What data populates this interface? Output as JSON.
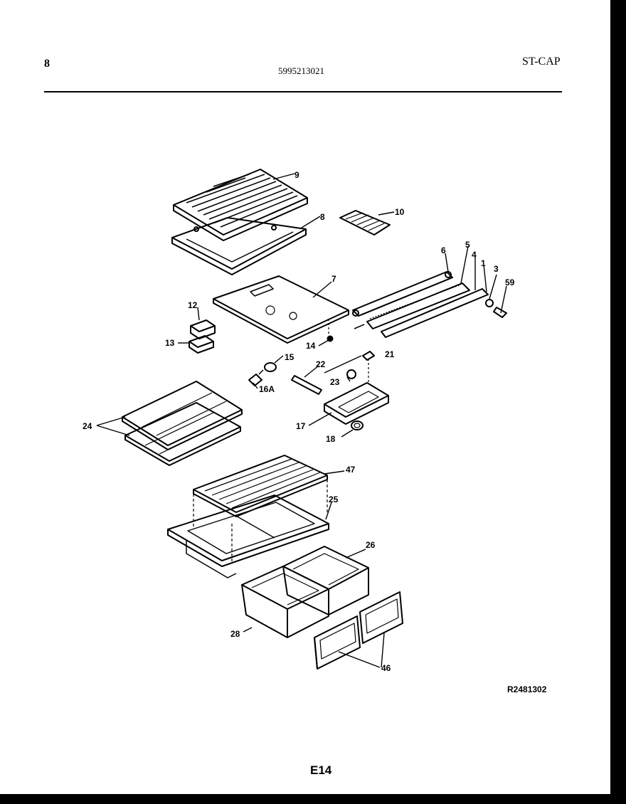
{
  "header": {
    "left": "8",
    "center": "5995213021",
    "right": "ST-CAP"
  },
  "callouts": {
    "c9": "9",
    "c8": "8",
    "c10": "10",
    "c6": "6",
    "c5": "5",
    "c4": "4",
    "c1": "1",
    "c3": "3",
    "c59": "59",
    "c7": "7",
    "c12": "12",
    "c13": "13",
    "c14": "14",
    "c15": "15",
    "c16a": "16A",
    "c22": "22",
    "c21": "21",
    "c23": "23",
    "c17": "17",
    "c18": "18",
    "c24": "24",
    "c47": "47",
    "c25": "25",
    "c26": "26",
    "c28": "28",
    "c46": "46"
  },
  "drawing_code": "R2481302",
  "page_number": "E14"
}
